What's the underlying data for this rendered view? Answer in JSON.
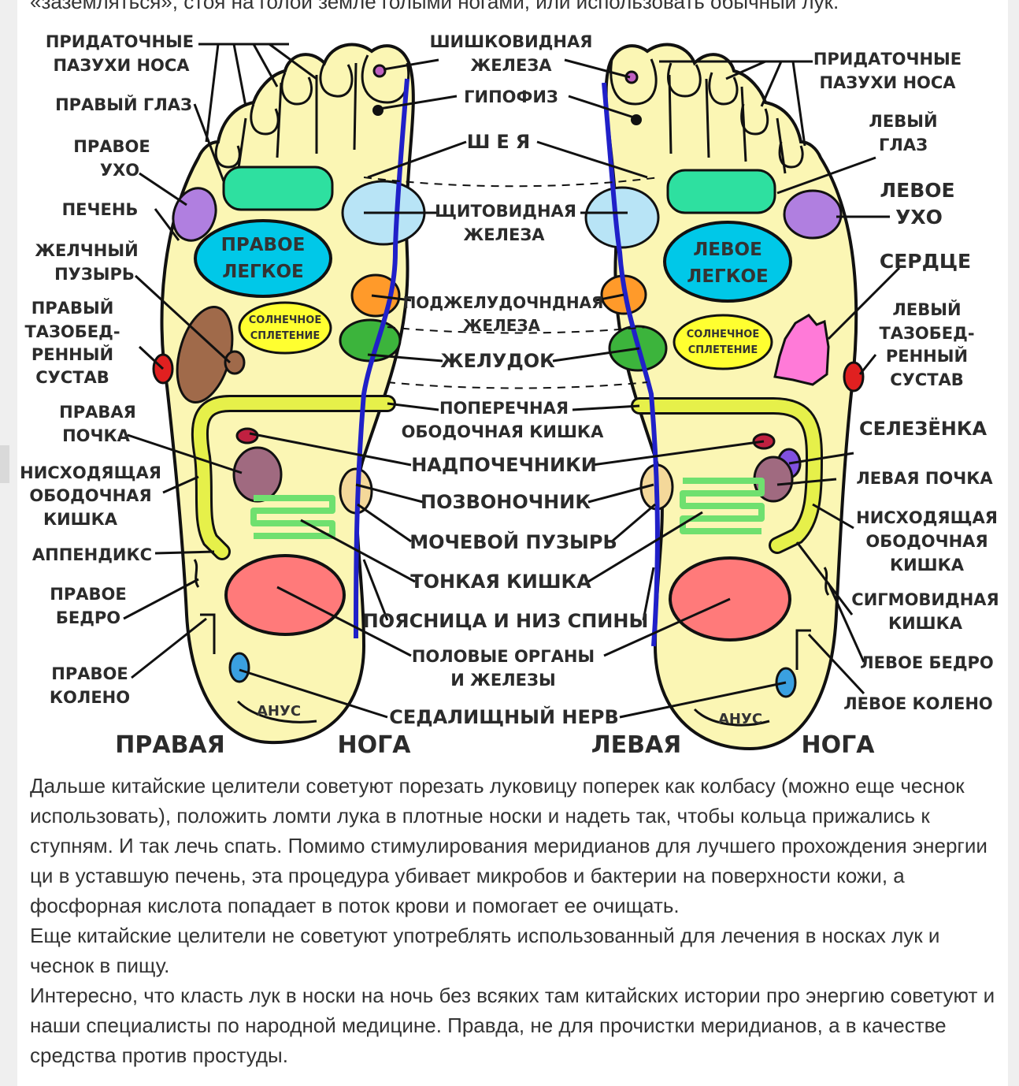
{
  "top_line": "«заземляться», стоя на голой земле голыми ногами, или использовать обычный лук.",
  "diagram": {
    "footer": {
      "right_word1": "ПРАВАЯ",
      "right_word2": "НОГА",
      "left_word1": "ЛЕВАЯ",
      "left_word2": "НОГА"
    },
    "right_foot_labels": {
      "sinuses_1": "ПРИДАТОЧНЫЕ",
      "sinuses_2": "ПАЗУХИ НОСА",
      "eye": "ПРАВЫЙ ГЛАЗ",
      "ear_1": "ПРАВОЕ",
      "ear_2": "УХО",
      "liver": "ПЕЧЕНЬ",
      "gallbladder_1": "ЖЕЛЧНЫЙ",
      "gallbladder_2": "ПУЗЫРЬ",
      "hip_1": "ПРАВЫЙ",
      "hip_2": "ТАЗОБЕД-",
      "hip_3": "РЕННЫЙ",
      "hip_4": "СУСТАВ",
      "kidney_1": "ПРАВАЯ",
      "kidney_2": "ПОЧКА",
      "colon_1": "НИСХОДЯЩАЯ",
      "colon_2": "ОБОДОЧНАЯ",
      "colon_3": "КИШКА",
      "appendix": "АППЕНДИКС",
      "thigh_1": "ПРАВОЕ",
      "thigh_2": "БЕДРО",
      "knee_1": "ПРАВОЕ",
      "knee_2": "КОЛЕНО"
    },
    "center_labels": {
      "pineal_1": "ШИШКОВИДНАЯ",
      "pineal_2": "ЖЕЛЕЗА",
      "pituitary": "ГИПОФИЗ",
      "neck": "ШЕЯ",
      "thyroid_1": "ЩИТОВИДНАЯ",
      "thyroid_2": "ЖЕЛЕЗА",
      "pancreas_1": "ПОДЖЕЛУДОЧНДНАЯ",
      "pancreas_2": "ЖЕЛЕЗА",
      "stomach": "ЖЕЛУДОК",
      "transverse_1": "ПОПЕРЕЧНАЯ",
      "transverse_2": "ОБОДОЧНАЯ КИШКА",
      "adrenals": "НАДПОЧЕЧНИКИ",
      "spine": "ПОЗВОНОЧНИК",
      "bladder": "МОЧЕВОЙ ПУЗЫРЬ",
      "small_intestine": "ТОНКАЯ КИШКА",
      "lower_back": "ПОЯСНИЦА И НИЗ СПИНЫ",
      "genitals_1": "ПОЛОВЫЕ ОРГАНЫ",
      "genitals_2": "И ЖЕЛЕЗЫ",
      "sciatic": "СЕДАЛИЩНЫЙ НЕРВ"
    },
    "left_foot_labels": {
      "sinuses_1": "ПРИДАТОЧНЫЕ",
      "sinuses_2": "ПАЗУХИ НОСА",
      "eye_1": "ЛЕВЫЙ",
      "eye_2": "ГЛАЗ",
      "ear_1": "ЛЕВОЕ",
      "ear_2": "УХО",
      "heart": "СЕРДЦЕ",
      "hip_1": "ЛЕВЫЙ",
      "hip_2": "ТАЗОБЕД-",
      "hip_3": "РЕННЫЙ",
      "hip_4": "СУСТАВ",
      "spleen": "СЕЛЕЗЁНКА",
      "kidney": "ЛЕВАЯ ПОЧКА",
      "colon_1": "НИСХОДЯЩАЯ",
      "colon_2": "ОБОДОЧНАЯ",
      "colon_3": "КИШКА",
      "sigmoid_1": "СИГМОВИДНАЯ",
      "sigmoid_2": "КИШКА",
      "thigh": "ЛЕВОЕ БЕДРО",
      "knee": "ЛЕВОЕ КОЛЕНО"
    },
    "in_foot_labels": {
      "right_lung_1": "ПРАВОЕ",
      "right_lung_2": "ЛЕГКОЕ",
      "left_lung_1": "ЛЕВОЕ",
      "left_lung_2": "ЛЕГКОЕ",
      "solar_1": "СОЛНЕЧНОЕ",
      "solar_2": "СПЛЕТЕНИЕ",
      "anus": "АНУС"
    },
    "colors": {
      "foot": "#fbf6b4",
      "outline": "#111111",
      "spine": "#2020c8",
      "eye_zone": "#2ee0a0",
      "ear": "#b07fe0",
      "lung": "#00c8e8",
      "thyroid": "#b8e4f6",
      "pancreas": "#ff9a2a",
      "stomach": "#3cb43c",
      "solar": "#ffff30",
      "liver": "#a06a4a",
      "hip": "#e02020",
      "colon": "#e6f04a",
      "kidney": "#a06a80",
      "small_intestine": "#6fe06f",
      "genitals": "#ff7a7a",
      "knee": "#3aa0e0",
      "heart": "#ff7ad8",
      "spleen": "#8050e0"
    }
  },
  "paragraphs": [
    "Дальше китайские целители советуют порезать луковицу поперек как колбасу (можно еще чеснок использовать), положить ломти лука в плотные носки и надеть так, чтобы кольца прижались к ступням. И так лечь спать. Помимо стимулирования меридианов для лучшего прохождения энергии ци в уставшую печень, эта процедура убивает микробов и бактерии на поверхности кожи, а фосфорная кислота попадает в поток крови и помогает ее очищать.",
    "Еще китайские целители не советуют употреблять использованный для лечения в носках лук и чеснок в пищу.",
    "Интересно, что класть лук в носки на ночь без всяких там китайских истории про энергию советуют и наши специалисты по народной медицине. Правда, не для прочистки меридианов, а в качестве средства против простуды."
  ]
}
